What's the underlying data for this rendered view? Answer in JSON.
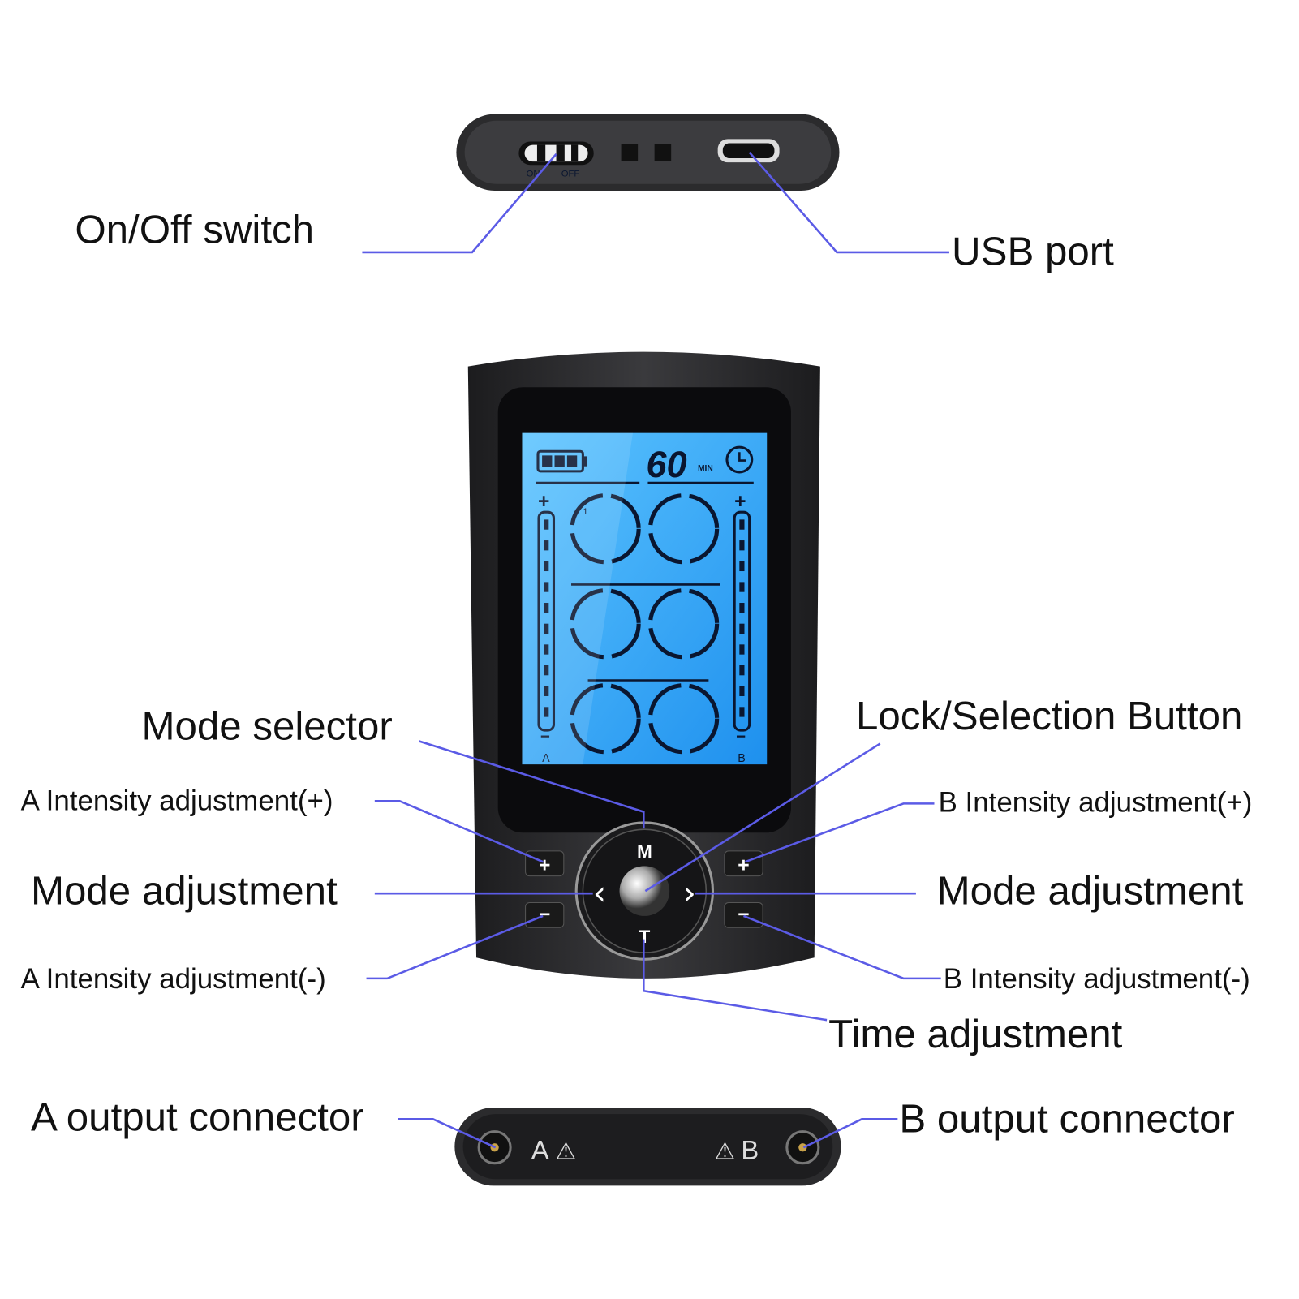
{
  "labels": {
    "on_off_switch": "On/Off switch",
    "usb_port": "USB port",
    "mode_selector": "Mode selector",
    "lock_selection": "Lock/Selection Button",
    "a_intensity_plus": "A Intensity adjustment(+)",
    "b_intensity_plus": "B Intensity adjustment(+)",
    "mode_adjustment_left": "Mode adjustment",
    "mode_adjustment_right": "Mode adjustment",
    "a_intensity_minus": "A Intensity adjustment(-)",
    "b_intensity_minus": "B Intensity adjustment(-)",
    "time_adjustment": "Time adjustment",
    "a_output": "A output connector",
    "b_output": "B output connector"
  },
  "device": {
    "switch_on": "ON",
    "switch_off": "OFF",
    "lcd": {
      "timer_value": "60",
      "timer_unit": "MIN",
      "mode_number": "1",
      "channel_a": "A",
      "channel_b": "B",
      "intensity_segments": 10,
      "plus": "+",
      "minus": "−"
    },
    "buttons": {
      "mode": "M",
      "time": "T",
      "left": "‹",
      "right": "›",
      "plus": "+",
      "minus": "−"
    },
    "connector_a": "A",
    "connector_b": "B",
    "warning_glyph": "⚠"
  },
  "colors": {
    "leader": "#5b5be6",
    "lcd": "#2fa8f5",
    "body": "#2a2a2c"
  }
}
